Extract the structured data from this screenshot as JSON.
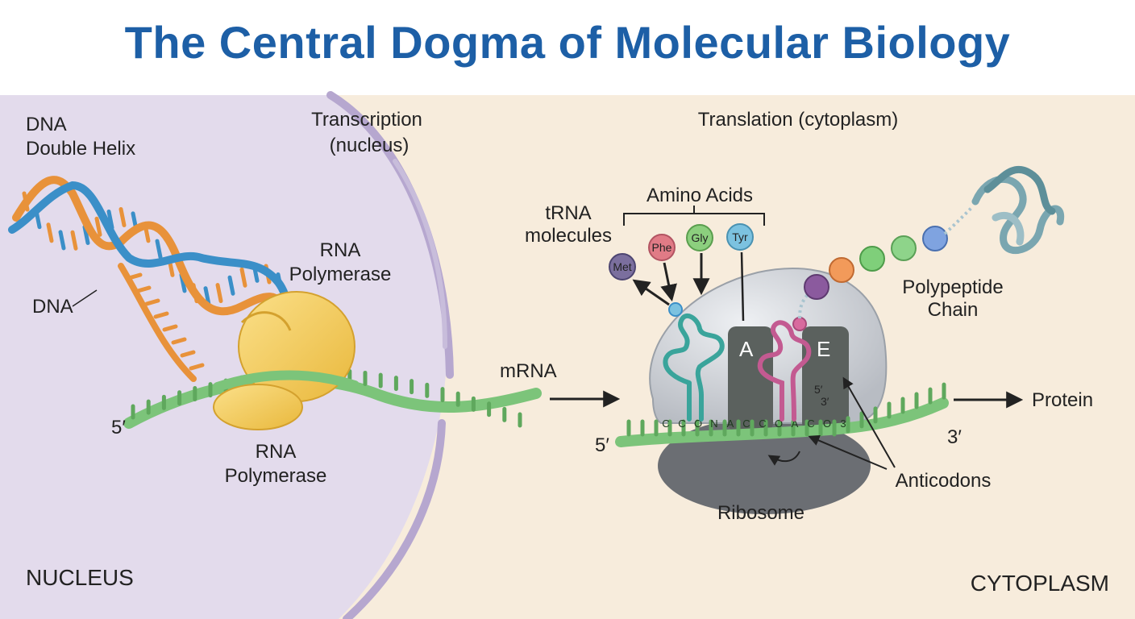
{
  "title": "The Central Dogma of Molecular Biology",
  "labels": {
    "dna_helix": [
      "DNA",
      "Double Helix"
    ],
    "dna": "DNA",
    "transcription": [
      "Transcription",
      "(nucleus)"
    ],
    "rna_pol_top": [
      "RNA",
      "Polymerase"
    ],
    "rna_pol_bottom": [
      "RNA",
      "Polymerase"
    ],
    "mrna": "mRNA",
    "five_prime_left": "5′",
    "nucleus": "NUCLEUS",
    "translation": "Translation (cytoplasm)",
    "amino_acids": "Amino Acids",
    "trna": [
      "tRNA",
      "molecules"
    ],
    "polypeptide": [
      "Polypeptide",
      "Chain"
    ],
    "protein": "Protein",
    "five_prime_right": "5′",
    "three_prime_right": "3′",
    "ribosome": "Ribosome",
    "anticodons": "Anticodons",
    "cytoplasm": "CYTOPLASM",
    "site_a": "A",
    "site_e": "E",
    "small_5": "5′",
    "small_3": "3′"
  },
  "amino_acid_badges": [
    {
      "label": "Met",
      "color": "#7b6f9e"
    },
    {
      "label": "Phe",
      "color": "#e07b86"
    },
    {
      "label": "Gly",
      "color": "#8ccf7e"
    },
    {
      "label": "Tyr",
      "color": "#7cc2e0"
    }
  ],
  "codon_letters": [
    "C",
    "C",
    "O",
    "N",
    "A",
    "C",
    "C",
    "O",
    "A",
    "C",
    "O",
    "3"
  ],
  "colors": {
    "title": "#1d5fa6",
    "nucleus": "#e3dbec",
    "cytoplasm": "#f7ecdc",
    "mrna": "#7cc47a",
    "dna_blue": "#3b8fc8",
    "dna_orange": "#e8923a",
    "polymerase": "#f5cf5c",
    "ribosome_large": "#c9ccd2",
    "ribosome_small": "#6b6e73"
  }
}
